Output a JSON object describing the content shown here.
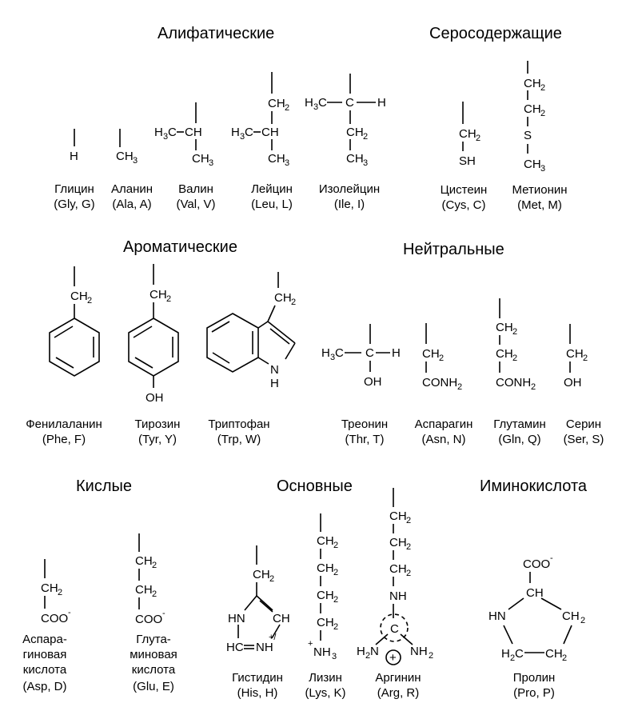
{
  "headings": {
    "aliphatic": "Алифатические",
    "sulfur": "Серосодержащие",
    "aromatic": "Ароматические",
    "neutral": "Нейтральные",
    "acidic": "Кислые",
    "basic": "Основные",
    "imino": "Иминокислота"
  },
  "amino_acids": [
    {
      "key": "gly",
      "name": "Глицин",
      "code": "(Gly, G)"
    },
    {
      "key": "ala",
      "name": "Аланин",
      "code": "(Ala, A)"
    },
    {
      "key": "val",
      "name": "Валин",
      "code": "(Val, V)"
    },
    {
      "key": "leu",
      "name": "Лейцин",
      "code": "(Leu, L)"
    },
    {
      "key": "ile",
      "name": "Изолейцин",
      "code": "(Ile, I)"
    },
    {
      "key": "cys",
      "name": "Цистеин",
      "code": "(Cys, C)"
    },
    {
      "key": "met",
      "name": "Метионин",
      "code": "(Met, M)"
    },
    {
      "key": "phe",
      "name": "Фенилаланин",
      "code": "(Phe, F)"
    },
    {
      "key": "tyr",
      "name": "Тирозин",
      "code": "(Tyr, Y)"
    },
    {
      "key": "trp",
      "name": "Триптофан",
      "code": "(Trp, W)"
    },
    {
      "key": "thr",
      "name": "Треонин",
      "code": "(Thr, T)"
    },
    {
      "key": "asn",
      "name": "Аспарагин",
      "code": "(Asn, N)"
    },
    {
      "key": "gln",
      "name": "Глутамин",
      "code": "(Gln, Q)"
    },
    {
      "key": "ser",
      "name": "Серин",
      "code": "(Ser, S)"
    },
    {
      "key": "asp",
      "name_line1": "Аспара-",
      "name_line2": "гиновая",
      "name_line3": "кислота",
      "code": "(Asp, D)"
    },
    {
      "key": "glu",
      "name_line1": "Глута-",
      "name_line2": "миновая",
      "name_line3": "кислота",
      "code": "(Glu, E)"
    },
    {
      "key": "his",
      "name": "Гистидин",
      "code": "(His, H)"
    },
    {
      "key": "lys",
      "name": "Лизин",
      "code": "(Lys, K)"
    },
    {
      "key": "arg",
      "name": "Аргинин",
      "code": "(Arg, R)"
    },
    {
      "key": "pro",
      "name": "Пролин",
      "code": "(Pro, P)"
    }
  ],
  "formula": {
    "H": "H",
    "C": "C",
    "CH": "CH",
    "CH2": "CH",
    "CH3": "CH",
    "H3C": "H",
    "sub2": "2",
    "sub3": "3",
    "SH": "SH",
    "S": "S",
    "OH": "OH",
    "NH": "NH",
    "N": "N",
    "HN": "HN",
    "CONH": "CONH",
    "COO": "COO",
    "minus": "-",
    "HC": "HC",
    "NH_plus": "NH",
    "plus": "+",
    "plus_slash": "+/",
    "H2N": "H",
    "NH2": "NH",
    "circle_plus": "+",
    "H2C": "H",
    "CH2right": "CH"
  }
}
